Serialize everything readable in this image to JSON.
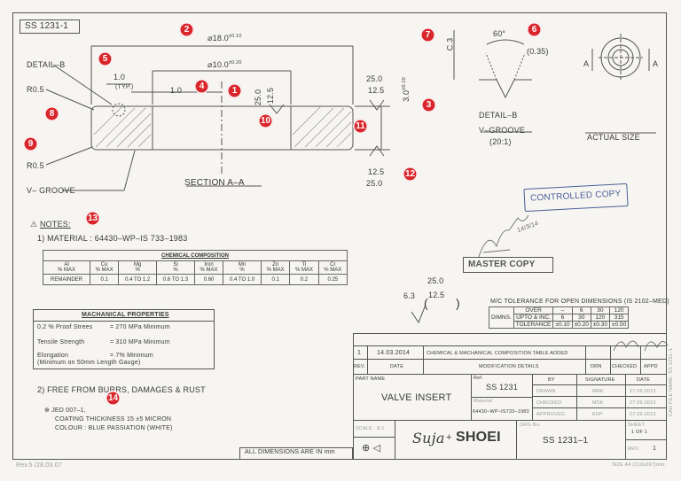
{
  "drawing_no_top": "SS 1231-1",
  "dims": {
    "d18": "⌀18.0",
    "d18_tol": "±0.10",
    "d10": "⌀10.0",
    "d10_tol": "±0.20",
    "detail_b_label": "DETAIL–B",
    "w1": "1.0",
    "typ": "(TYP.)",
    "w1b": "1.0",
    "r05a": "R0.5",
    "r05b": "R0.5",
    "v_groove_left": "V– GROOVE",
    "rough_top": "25.0",
    "rough_top2": "12.5",
    "rough_bot": "12.5",
    "rough_bot2": "25.0",
    "v25": "25.0",
    "v125": "12.5",
    "thk": "3.0",
    "thk_tol": "±0.10",
    "angle": "60°",
    "depth": "(0.35)",
    "c03": "C.3",
    "section": "SECTION  A–A",
    "detail_title": "DETAIL–B",
    "detail_sub": "V–GROOVE",
    "detail_scale": "(20:1)",
    "actual_size": "ACTUAL SIZE",
    "sec_a1": "A",
    "sec_a2": "A"
  },
  "stamps": {
    "controlled": "CONTROLLED COPY",
    "master": "MASTER COPY",
    "sig_date": "14/3/14"
  },
  "notes": {
    "heading": "NOTES:",
    "note_sym": "⚠",
    "material": "1) MATERIAL : 64430–WP–IS 733–1983",
    "free": "2) FREE FROM BURRS, DAMAGES & RUST",
    "jed": "⊕ JED 007–1,",
    "coating": "COATING THICKINESS 15 ±5 MICRON",
    "colour": "COLOUR : BLUE PASSIATION (WHITE)"
  },
  "chem": {
    "title": "CHEMICAL COMPOSITION",
    "headers": [
      [
        "Al",
        "% MAX"
      ],
      [
        "Cu",
        "% MAX"
      ],
      [
        "Mg",
        "%"
      ],
      [
        "Si",
        "%"
      ],
      [
        "Iron",
        "% MAX"
      ],
      [
        "Mn",
        "%"
      ],
      [
        "Zn",
        "% MAX"
      ],
      [
        "Ti",
        "% MAX"
      ],
      [
        "Cr",
        "% MAX"
      ]
    ],
    "values": [
      "REMAINDER",
      "0.1",
      "0.4 TO 1.2",
      "0.6 TO 1.3",
      "0.60",
      "0.4 TO 1.0",
      "0.1",
      "0.2",
      "0.25"
    ]
  },
  "mech": {
    "title": "MACHANICAL PROPERTIES",
    "rows": [
      {
        "k": "0.2 % Proof Strees",
        "v": "= 270 MPa Minimum"
      },
      {
        "k": "Tensile Strength",
        "v": "= 310 MPa Minimum"
      },
      {
        "k": "Elongation",
        "v": "= 7% Minimum"
      }
    ],
    "footnote": "(Minimum on 50mm Length Gauge)"
  },
  "surface": {
    "a": "6.3",
    "b": "12.5",
    "c": "25.0",
    "open": "(",
    "close": ")"
  },
  "tolerance": {
    "title": "M/C TOLERANCE FOR OPEN DIMENSIONS (IS 2102–MED)",
    "dimns": "DIMNS.",
    "over": "OVER",
    "upto": "UPTO & INC.",
    "tol": "TOLERANCE",
    "cols": [
      {
        "over": "–",
        "upto": "6",
        "tol": "±0.10"
      },
      {
        "over": "6",
        "upto": "30",
        "tol": "±0.20"
      },
      {
        "over": "30",
        "upto": "120",
        "tol": "±0.30"
      },
      {
        "over": "120",
        "upto": "315",
        "tol": "±0.50"
      }
    ]
  },
  "revision": {
    "rev": "1",
    "date": "14.03.2014",
    "details": "CHEMICAL & MACHANICAL COMPOSITION TABLE ADDED",
    "h_rev": "REV.",
    "h_date": "DATE",
    "h_details": "MODIFICATION DETAILS",
    "h_drn": "DRN",
    "h_checked": "CHECKED",
    "h_appd": "APPD"
  },
  "title_block": {
    "part_name_label": "PART NAME",
    "part_name": "VALVE INSERT",
    "ref_label": "Ref.",
    "ref": "SS 1231",
    "material_label": "Material",
    "material": "64430–WP–IS733–1983",
    "by": "BY",
    "signature": "SIGNATURE",
    "date_h": "DATE",
    "rows": [
      {
        "role": "DRAWN",
        "sig": "MRK",
        "date": "27.09.2013"
      },
      {
        "role": "CHECKED",
        "sig": "MSK",
        "date": "27.09.2013"
      },
      {
        "role": "APPROVED",
        "sig": "KDP",
        "date": "27.09.2013"
      }
    ],
    "scale": "SCALE : 8:1",
    "dwg_label": "DRG.No.",
    "dwg_no": "SS 1231–1",
    "sheet_label": "SHEET",
    "sheet": "1 OF 1",
    "rev_label": "REV.",
    "rev": "1",
    "logo_left": "Suja",
    "logo_plus": "+",
    "logo_right": "SHOEI",
    "all_dims": "ALL DIMENSIONS ARE IN mm",
    "size": "SIZE A4 (210x297)mm.",
    "side_text": "CAD FILE NAME: SS 1231–1"
  },
  "footer": {
    "rev": "Rev.5 /28.03.07"
  },
  "markers": [
    "1",
    "2",
    "3",
    "4",
    "5",
    "6",
    "7",
    "8",
    "9",
    "10",
    "11",
    "12",
    "13",
    "14"
  ]
}
